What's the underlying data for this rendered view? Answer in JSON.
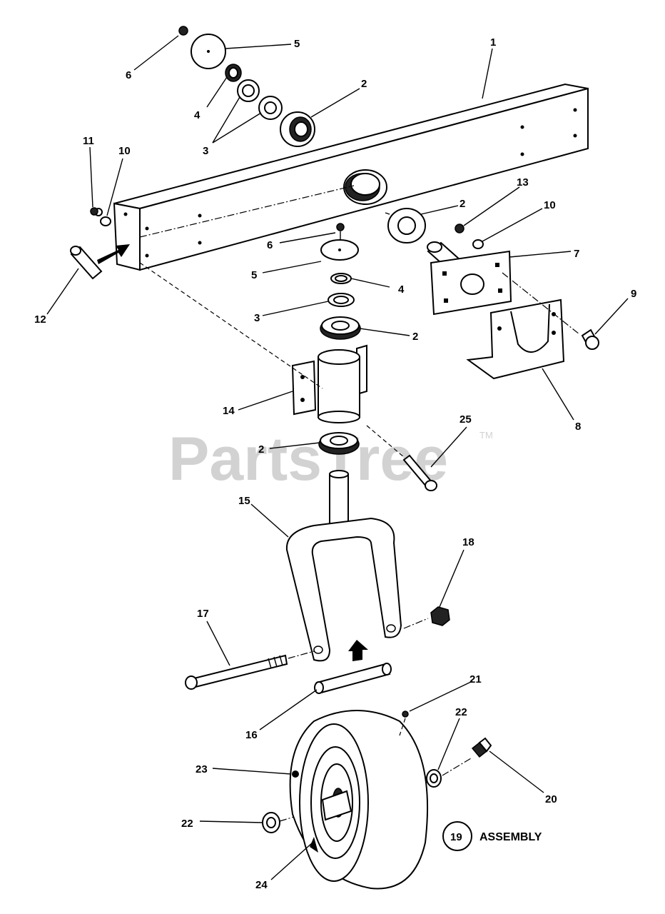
{
  "watermark": {
    "brand": "PartsTree",
    "trademark": "TM"
  },
  "assembly_callout": {
    "number": "19",
    "label": "ASSEMBLY"
  },
  "callouts": [
    {
      "id": "c1",
      "label": "1"
    },
    {
      "id": "c2a",
      "label": "2"
    },
    {
      "id": "c2b",
      "label": "2"
    },
    {
      "id": "c2c",
      "label": "2"
    },
    {
      "id": "c2d",
      "label": "2"
    },
    {
      "id": "c3a",
      "label": "3"
    },
    {
      "id": "c3b",
      "label": "3"
    },
    {
      "id": "c4a",
      "label": "4"
    },
    {
      "id": "c4b",
      "label": "4"
    },
    {
      "id": "c5a",
      "label": "5"
    },
    {
      "id": "c5b",
      "label": "5"
    },
    {
      "id": "c6a",
      "label": "6"
    },
    {
      "id": "c6b",
      "label": "6"
    },
    {
      "id": "c7",
      "label": "7"
    },
    {
      "id": "c8",
      "label": "8"
    },
    {
      "id": "c9",
      "label": "9"
    },
    {
      "id": "c10a",
      "label": "10"
    },
    {
      "id": "c10b",
      "label": "10"
    },
    {
      "id": "c11",
      "label": "11"
    },
    {
      "id": "c12",
      "label": "12"
    },
    {
      "id": "c13",
      "label": "13"
    },
    {
      "id": "c14",
      "label": "14"
    },
    {
      "id": "c15",
      "label": "15"
    },
    {
      "id": "c16",
      "label": "16"
    },
    {
      "id": "c17",
      "label": "17"
    },
    {
      "id": "c18",
      "label": "18"
    },
    {
      "id": "c20",
      "label": "20"
    },
    {
      "id": "c21",
      "label": "21"
    },
    {
      "id": "c22a",
      "label": "22"
    },
    {
      "id": "c22b",
      "label": "22"
    },
    {
      "id": "c23",
      "label": "23"
    },
    {
      "id": "c24",
      "label": "24"
    },
    {
      "id": "c25",
      "label": "25"
    }
  ]
}
